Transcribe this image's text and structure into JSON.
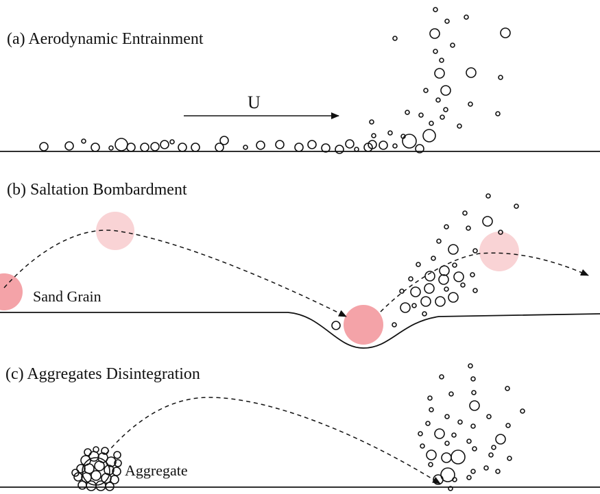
{
  "panels": {
    "a": {
      "title": "(a) Aerodynamic Entrainment",
      "wind_label": "U"
    },
    "b": {
      "title": "(b) Saltation Bombardment",
      "grain_label": "Sand Grain"
    },
    "c": {
      "title": "(c) Aggregates Disintegration",
      "aggregate_label": "Aggregate"
    }
  },
  "colors": {
    "ink": "#111111",
    "grain": "#f4a3a8",
    "grain_faded": "#f9d3d5"
  }
}
